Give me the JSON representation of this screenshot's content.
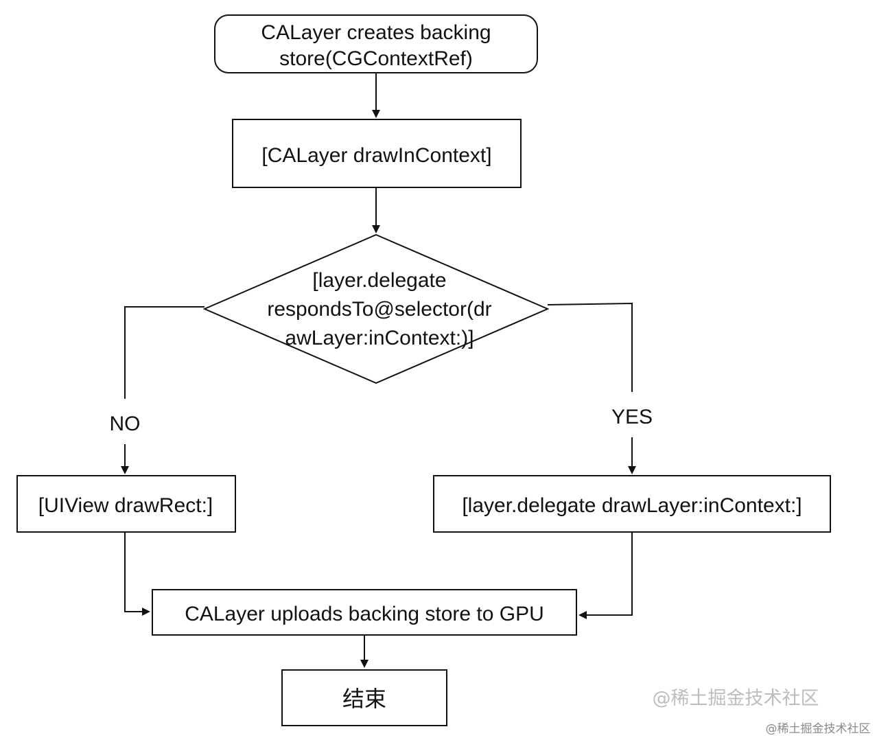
{
  "nodes": {
    "start": {
      "line1": "CALayer creates backing",
      "line2": "store(CGContextRef)"
    },
    "draw_in_context": {
      "label": "[CALayer drawInContext]"
    },
    "decision": {
      "line1": "[layer.delegate",
      "line2": "respondsTo@selector(dr",
      "line3": "awLayer:inContext:)]"
    },
    "uiview_draw_rect": {
      "label": "[UIView drawRect:]"
    },
    "delegate_draw_layer": {
      "label": "[layer.delegate drawLayer:inContext:]"
    },
    "upload": {
      "label": "CALayer uploads backing store to GPU"
    },
    "end": {
      "label": "结束"
    }
  },
  "branches": {
    "no_label": "NO",
    "yes_label": "YES"
  },
  "watermark": {
    "large": "@稀土掘金技术社区",
    "small": "@稀土掘金技术社区"
  }
}
